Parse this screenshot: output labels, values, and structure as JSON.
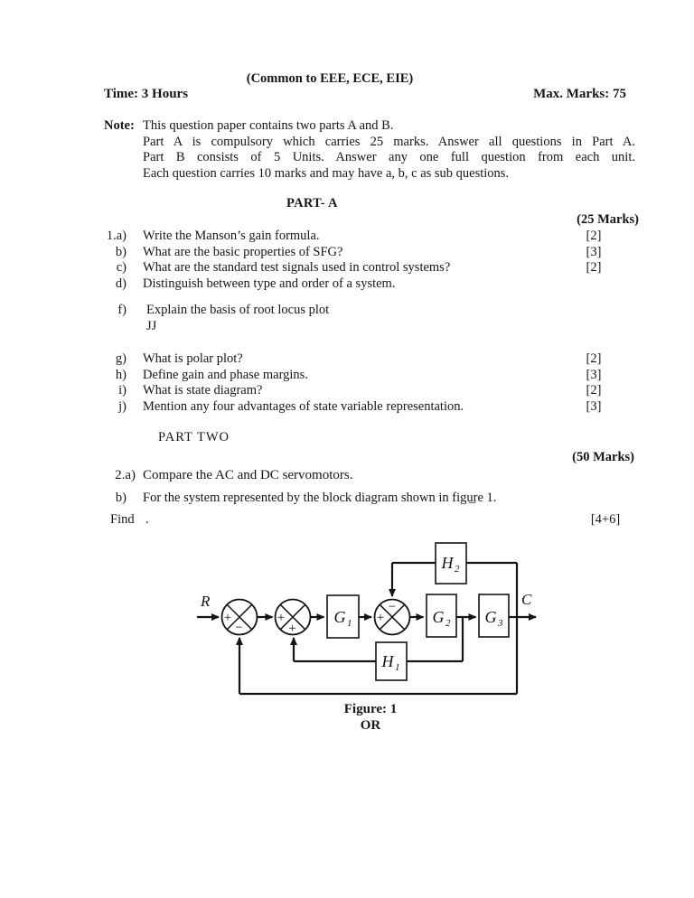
{
  "document": {
    "common_header": "(Common to EEE, ECE, EIE)",
    "time_label": "Time: 3 Hours",
    "max_marks_label": "Max. Marks: 75",
    "note": {
      "label": "Note:",
      "line1": "This question paper contains two parts A and B.",
      "line2": "Part A is compulsory which carries 25 marks. Answer all questions in Part A.",
      "line3": "Part B consists of 5 Units. Answer any one full question from each unit.",
      "line4": "Each question carries 10 marks and may have a, b, c as sub questions."
    }
  },
  "part_a": {
    "title": "PART- A",
    "marks_total": "(25 Marks)",
    "questions": [
      {
        "num": "1.a)",
        "text": "Write the Manson’s gain formula.",
        "marks": "[2]"
      },
      {
        "num": "b)",
        "text": "What are the basic properties of SFG?",
        "marks": "[3]"
      },
      {
        "num": "c)",
        "text": "What are the standard test signals used in control systems?",
        "marks": "[2]"
      },
      {
        "num": "d)",
        "text": "Distinguish between type and order of a system.",
        "marks": ""
      },
      {
        "num": "f)",
        "text": "Explain the basis of root locus plot",
        "marks": ""
      },
      {
        "num": "g)",
        "text": "What is polar plot?",
        "marks": "[2]"
      },
      {
        "num": "h)",
        "text": "Define gain and phase margins.",
        "marks": "[3]"
      },
      {
        "num": "i)",
        "text": "What is state diagram?",
        "marks": "[2]"
      },
      {
        "num": "j)",
        "text": "Mention any four advantages of state variable representation.",
        "marks": "[3]"
      }
    ],
    "stray_text": "JJ"
  },
  "part_b": {
    "title": "PART TWO",
    "marks_total": "(50 Marks)",
    "q2a": {
      "num": "2.a)",
      "text": "Compare the AC and DC servomotors."
    },
    "q2b": {
      "num": "b)",
      "text": "For the system represented by the block diagram shown in figure 1.",
      "trailing_mark": "_"
    },
    "find_line": {
      "text": "Find",
      "period": ".",
      "marks": "[4+6]"
    }
  },
  "figure": {
    "caption": "Figure: 1",
    "or_label": "OR",
    "input_label": "R",
    "output_label": "C",
    "blocks": {
      "g1": {
        "base": "G",
        "sub": "1"
      },
      "g2": {
        "base": "G",
        "sub": "2"
      },
      "g3": {
        "base": "G",
        "sub": "3"
      },
      "h1": {
        "base": "H",
        "sub": "1"
      },
      "h2": {
        "base": "H",
        "sub": "2"
      }
    },
    "sum1": {
      "left": "+",
      "bottom": "−"
    },
    "sum2": {
      "left": "+",
      "bottom": "+"
    },
    "sum3": {
      "left": "+",
      "top": "−"
    }
  },
  "colors": {
    "ink": "#141414",
    "paper": "#ffffff"
  }
}
